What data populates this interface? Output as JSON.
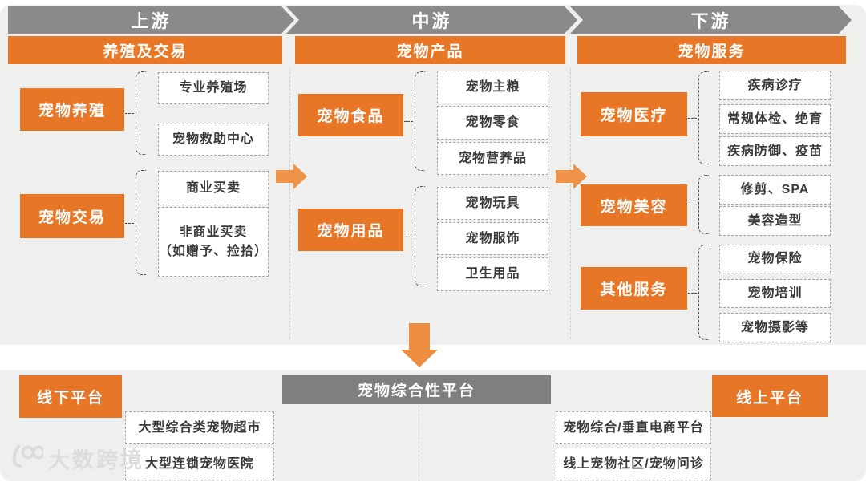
{
  "columns": [
    {
      "chevron": "上游",
      "banner": "养殖及交易",
      "groups": [
        {
          "label": "宠物养殖",
          "items": [
            "专业养殖场",
            "宠物救助中心"
          ]
        },
        {
          "label": "宠物交易",
          "items": [
            "商业买卖",
            "非商业买卖\n（如赠予、捡拾）"
          ]
        }
      ]
    },
    {
      "chevron": "中游",
      "banner": "宠物产品",
      "groups": [
        {
          "label": "宠物食品",
          "items": [
            "宠物主粮",
            "宠物零食",
            "宠物营养品"
          ]
        },
        {
          "label": "宠物用品",
          "items": [
            "宠物玩具",
            "宠物服饰",
            "卫生用品"
          ]
        }
      ]
    },
    {
      "chevron": "下游",
      "banner": "宠物服务",
      "groups": [
        {
          "label": "宠物医疗",
          "items": [
            "疾病诊疗",
            "常规体检、绝育",
            "疾病防御、疫苗"
          ]
        },
        {
          "label": "宠物美容",
          "items": [
            "修剪、SPA",
            "美容造型"
          ]
        },
        {
          "label": "其他服务",
          "items": [
            "宠物保险",
            "宠物培训",
            "宠物摄影等"
          ]
        }
      ]
    }
  ],
  "platforms": {
    "offline": {
      "label": "线下平台",
      "items": [
        "大型综合类宠物超市",
        "大型连锁宠物医院"
      ]
    },
    "center_banner": "宠物综合性平台",
    "online": {
      "label": "线上平台",
      "items": [
        "宠物综合/垂直电商平台",
        "线上宠物社区/宠物问诊"
      ]
    }
  },
  "watermark": {
    "brand": "大数跨境"
  },
  "colors": {
    "orange": "#E87627",
    "arrow_orange": "#F0944A",
    "chevron_gray": "#8A8A8A",
    "banner_gray": "#7F7F7F",
    "panel_bg": "#EFEFEE",
    "box_border": "#A3A3A1",
    "bracket": "#4D4D4D",
    "watermark": "#DCDCDA"
  }
}
